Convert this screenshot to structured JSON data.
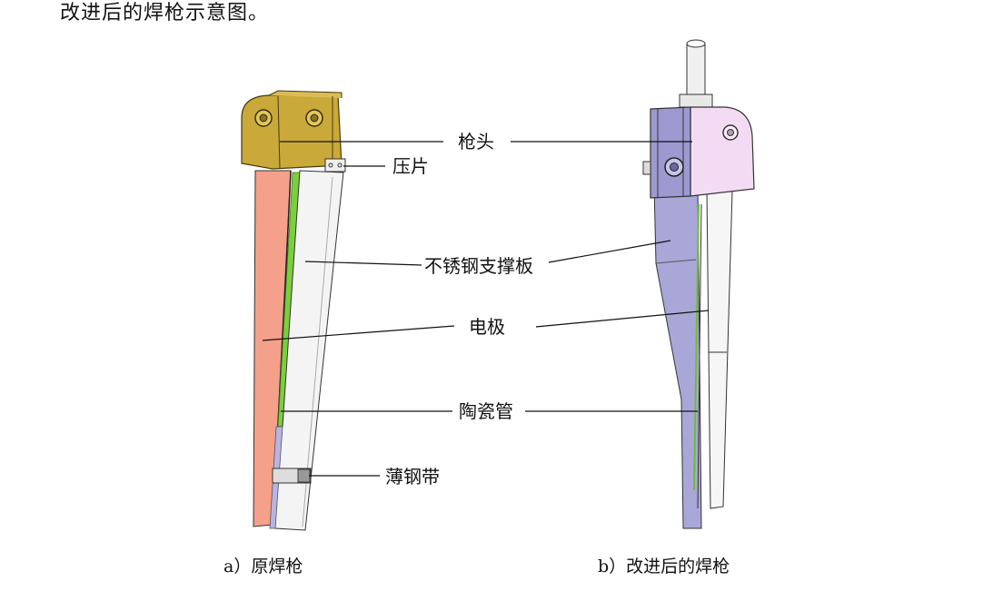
{
  "intro_text": "改进后的焊枪示意图。",
  "callouts": {
    "gun_head": "枪头",
    "press_plate": "压片",
    "support_plate": "不锈钢支撑板",
    "electrode": "电极",
    "ceramic_tube": "陶瓷管",
    "thin_steel_strip": "薄钢带"
  },
  "captions": {
    "left": "a）原焊枪",
    "right": "b）改进后的焊枪"
  },
  "colors": {
    "gold_head": "#c9a93a",
    "salmon_electrode": "#f4a08a",
    "support_plate": "#f4f4f4",
    "green_strip": "#7ccf3c",
    "lavender_plate": "#a9a7d8",
    "pink_head": "#f3dcf3"
  }
}
